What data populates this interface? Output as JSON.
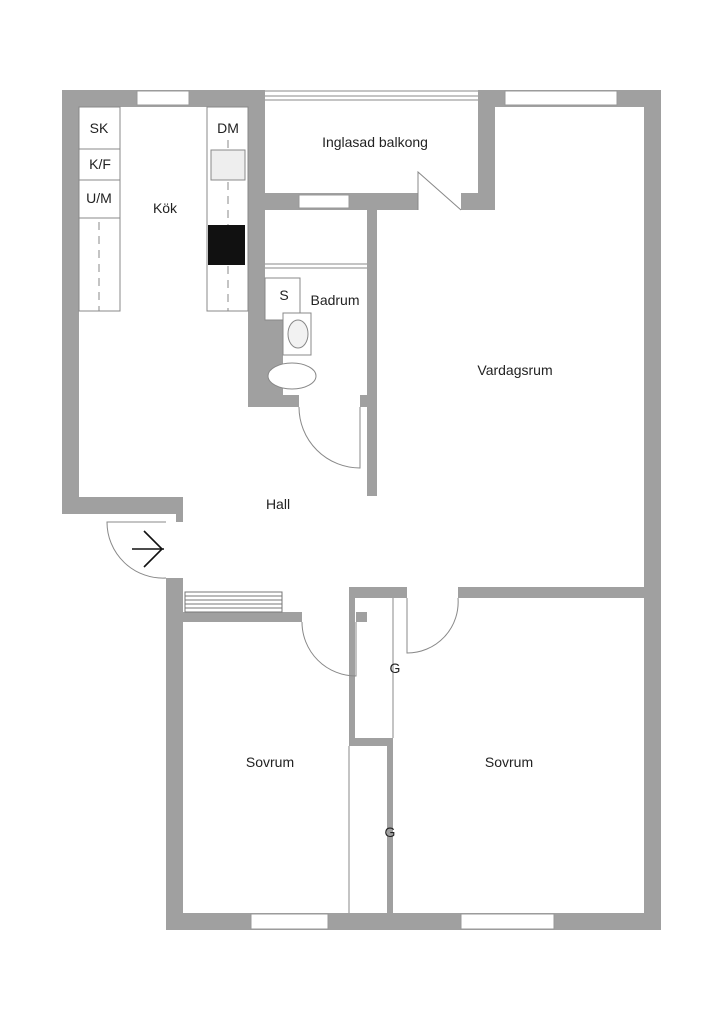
{
  "rooms": {
    "kitchen": "Kök",
    "balcony": "Inglasad balkong",
    "bathroom": "Badrum",
    "living_room": "Vardagsrum",
    "hall": "Hall",
    "bedroom_left": "Sovrum",
    "bedroom_right": "Sovrum"
  },
  "fixtures": {
    "sk": "SK",
    "kf": "K/F",
    "um": "U/M",
    "dm": "DM",
    "s": "S",
    "closet_1": "G",
    "closet_2": "G"
  },
  "colors": {
    "wall": "#a0a0a0",
    "background": "#ffffff"
  }
}
